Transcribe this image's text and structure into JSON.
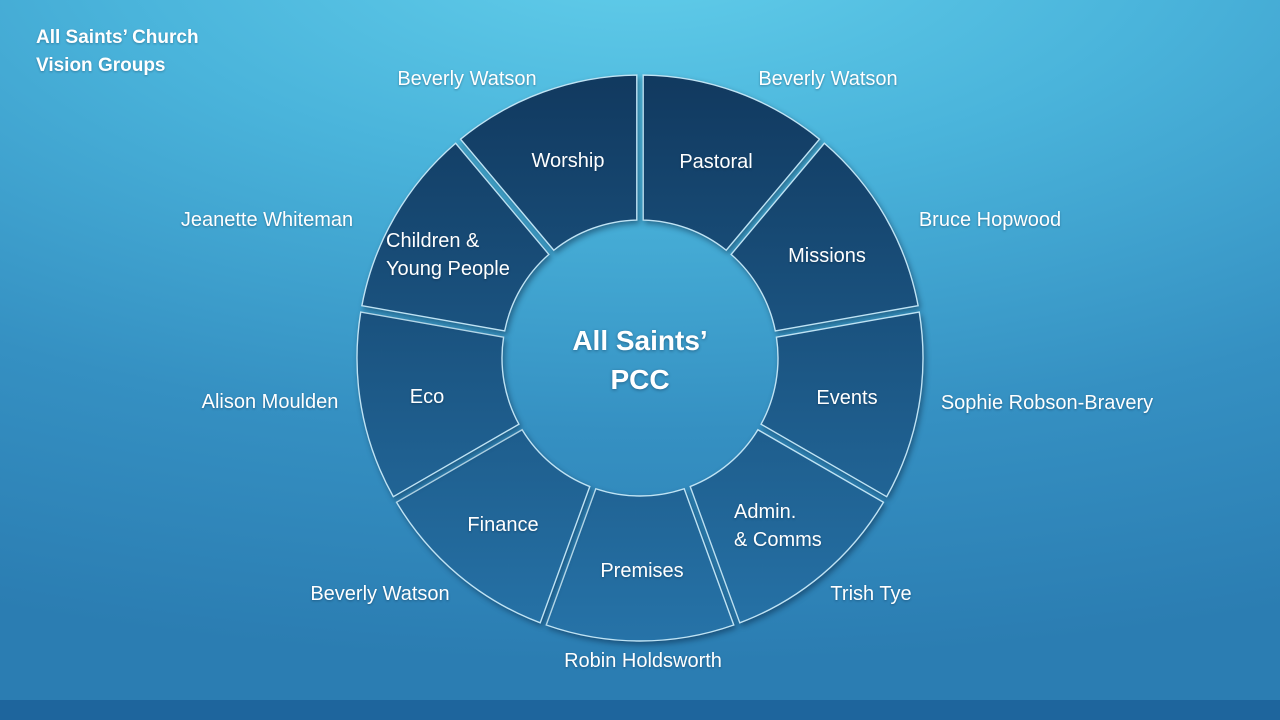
{
  "slide": {
    "title_line1": "All Saints’ Church",
    "title_line2": "Vision Groups"
  },
  "center": {
    "line1": "All Saints’",
    "line2": "PCC"
  },
  "groups": [
    {
      "id": "pastoral",
      "label": "Pastoral",
      "label_lines": [
        "Pastoral"
      ],
      "leader": "Beverly Watson"
    },
    {
      "id": "missions",
      "label": "Missions",
      "label_lines": [
        "Missions"
      ],
      "leader": "Bruce Hopwood"
    },
    {
      "id": "events",
      "label": "Events",
      "label_lines": [
        "Events"
      ],
      "leader": "Sophie Robson-Bravery"
    },
    {
      "id": "admin-comms",
      "label": "Admin. & Comms",
      "label_lines": [
        "Admin.",
        "& Comms"
      ],
      "leader": "Trish Tye"
    },
    {
      "id": "premises",
      "label": "Premises",
      "label_lines": [
        "Premises"
      ],
      "leader": "Robin Holdsworth"
    },
    {
      "id": "finance",
      "label": "Finance",
      "label_lines": [
        "Finance"
      ],
      "leader": "Beverly Watson"
    },
    {
      "id": "eco",
      "label": "Eco",
      "label_lines": [
        "Eco"
      ],
      "leader": "Alison Moulden"
    },
    {
      "id": "children-young-people",
      "label": "Children & Young People",
      "label_lines": [
        "Children &",
        "Young People"
      ],
      "leader": "Jeanette Whiteman"
    },
    {
      "id": "worship",
      "label": "Worship",
      "label_lines": [
        "Worship"
      ],
      "leader": "Beverly Watson"
    }
  ],
  "colors": {
    "segment_gradient_top": "#11395f",
    "segment_gradient_bottom": "#2673a8",
    "segment_stroke": "#bfe3f4",
    "background_top": "#63cfeb",
    "background_bottom": "#2b7db2",
    "footer_bar": "#1e659d",
    "text": "#ffffff"
  }
}
